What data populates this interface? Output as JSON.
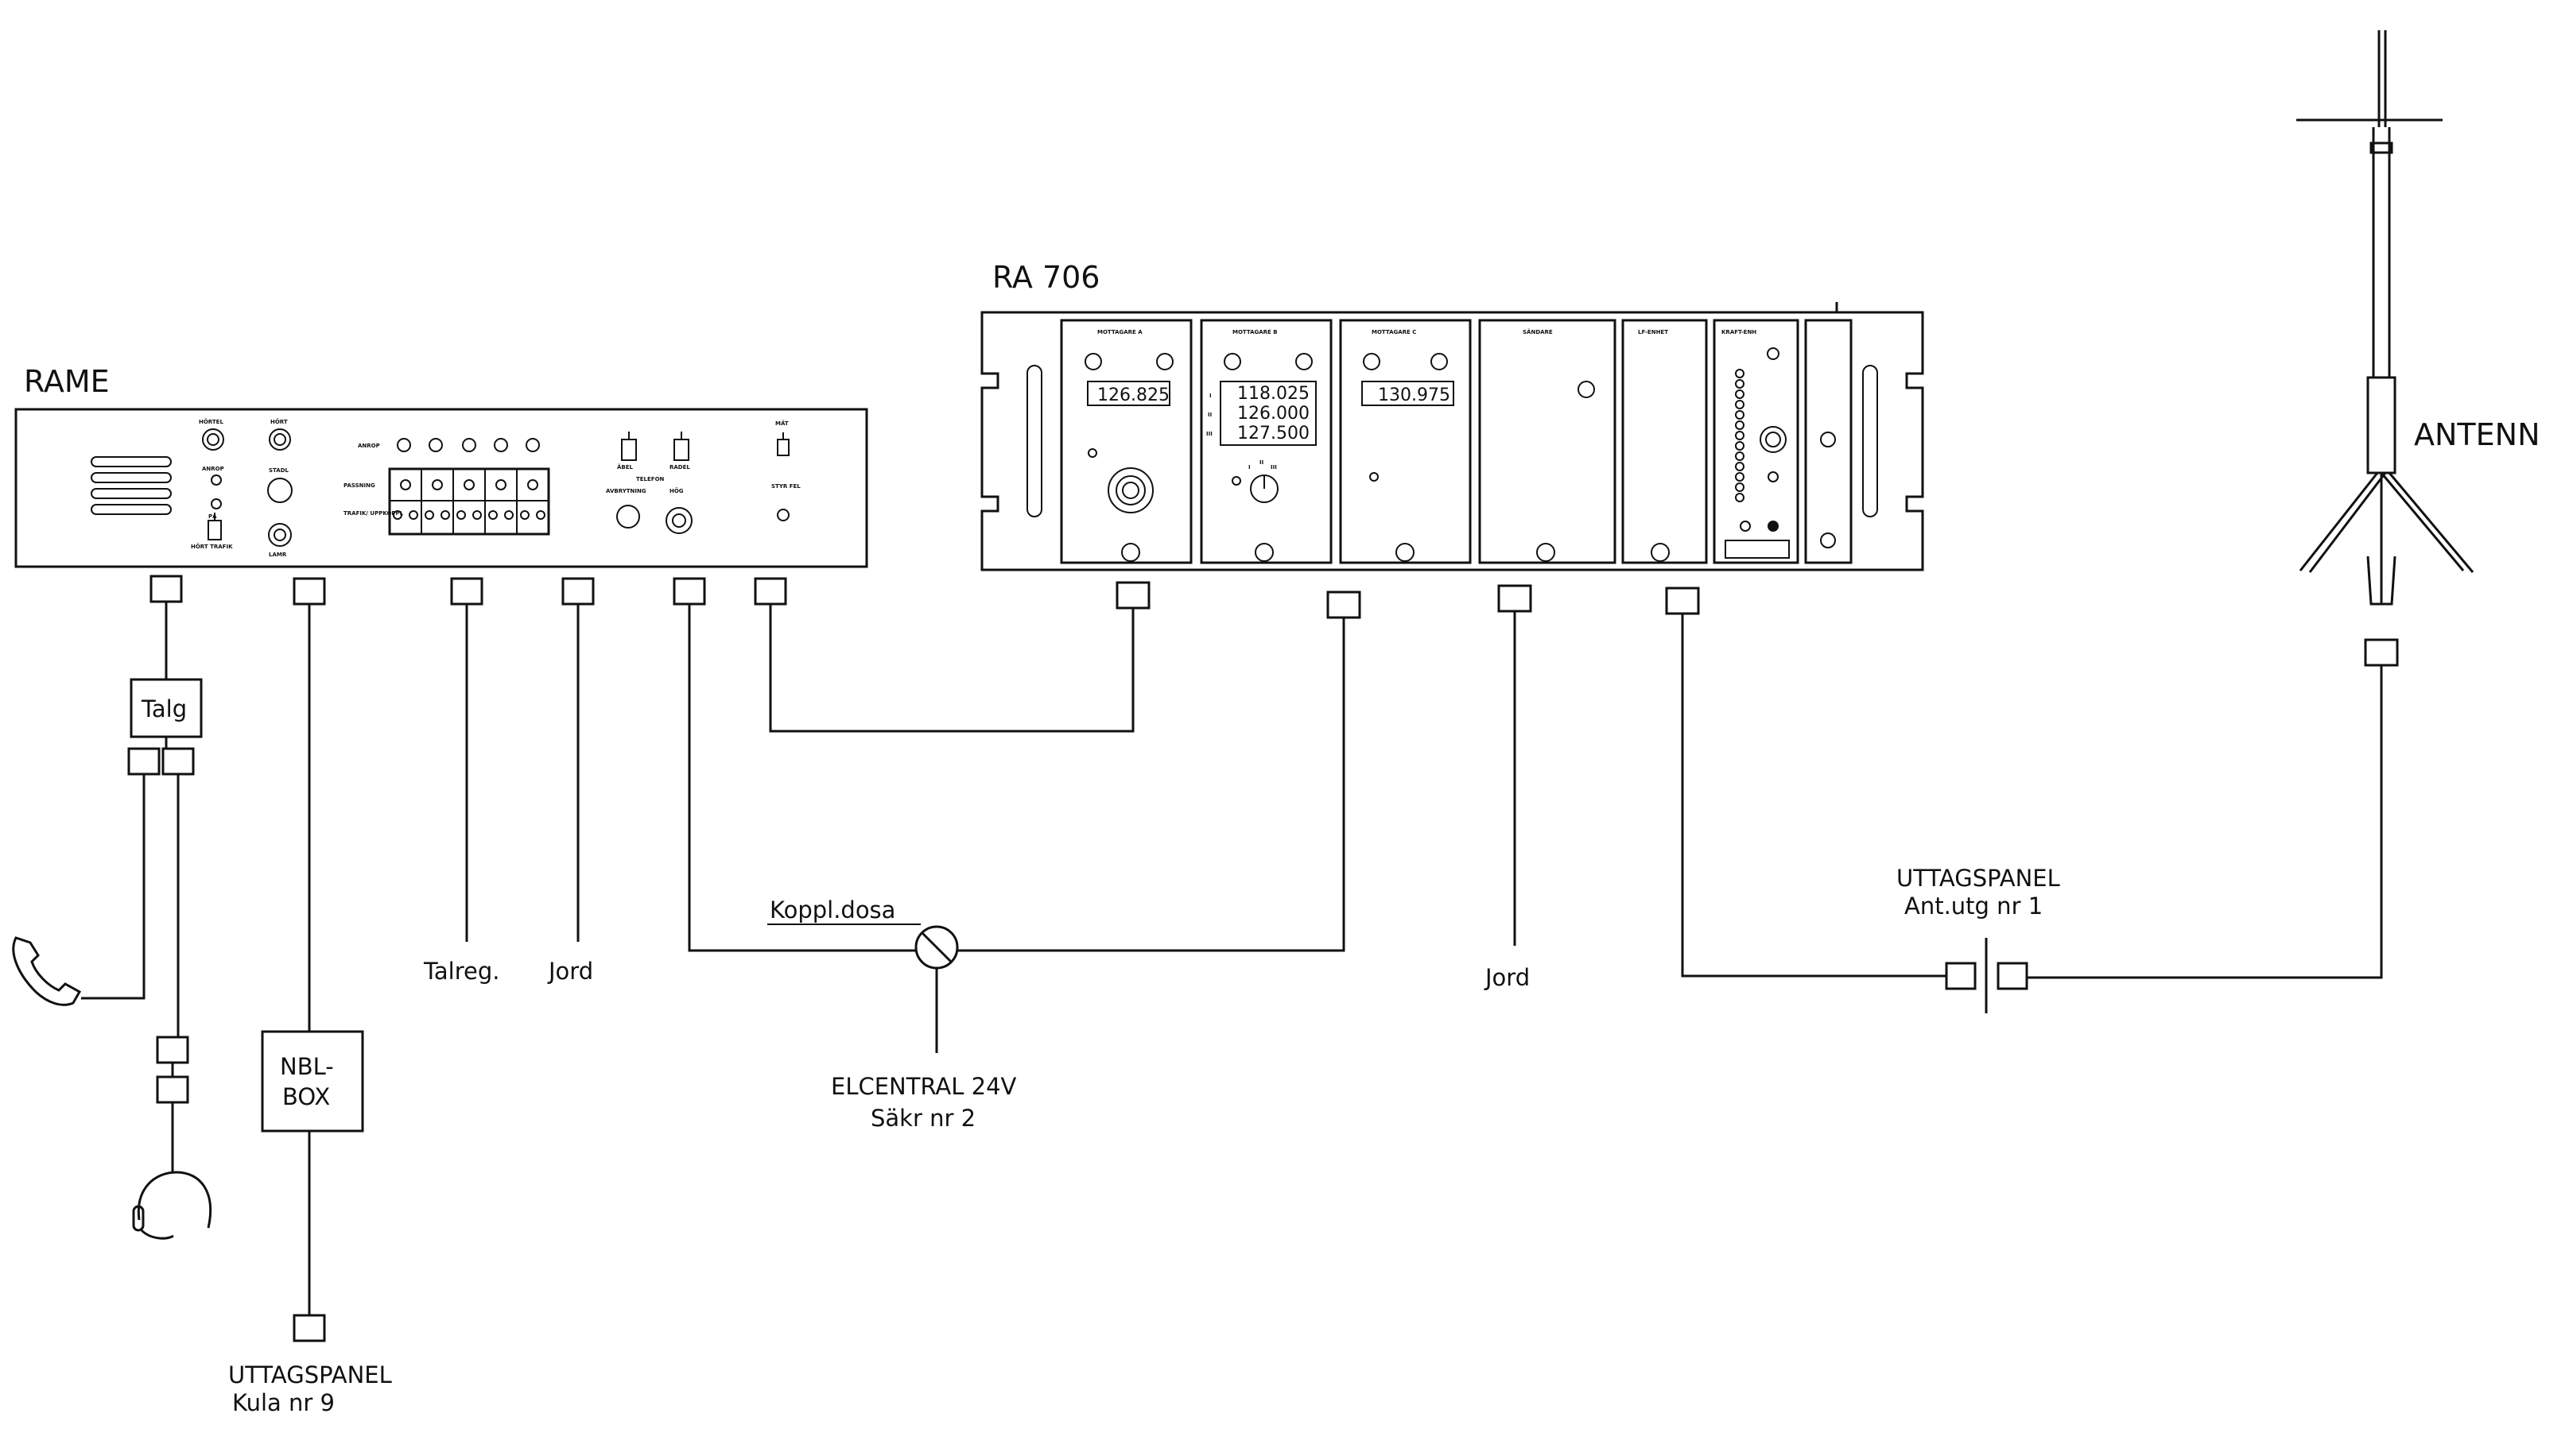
{
  "rame": {
    "title": "RAME",
    "panel": {
      "horstel": "HÖRTEL",
      "anrop": "ANROP",
      "hort": "HÖRT",
      "stadl": "STADL",
      "pa": "PÅ",
      "hort_trafik": "HÖRT TRAFIK",
      "lamr": "LAMR",
      "anrop_row": "ANROP",
      "passning": "PASSNING",
      "trafik_uppkoppl": "TRAFIK/ UPPKOPPL",
      "abel": "ÄBEL",
      "radel": "RADEL",
      "telefon": "TELEFON",
      "avbrytning": "AVBRYTNING",
      "hogtalare": "HÖG",
      "mat": "MÄT",
      "styr_fel": "STYR FEL"
    }
  },
  "ra706": {
    "title": "RA 706",
    "modules": {
      "mottagare_a": {
        "title": "MOTTAGARE A",
        "freq": "126.825"
      },
      "mottagare_b": {
        "title": "MOTTAGARE B",
        "channels": [
          {
            "roman": "I",
            "freq": "118.025"
          },
          {
            "roman": "II",
            "freq": "126.000"
          },
          {
            "roman": "III",
            "freq": "127.500"
          }
        ],
        "knob_marks": [
          "I",
          "II",
          "III"
        ]
      },
      "mottagare_c": {
        "title": "MOTTAGARE C",
        "freq": "130.975"
      },
      "sandare": {
        "title": "SÄNDARE"
      },
      "lf_enhet": {
        "title": "LF-ENHET"
      },
      "kraft_enh": {
        "title": "KRAFT-ENH"
      }
    }
  },
  "labels": {
    "antenn": "ANTENN",
    "talg": "Talg",
    "nbl_box": [
      "NBL-",
      "BOX"
    ],
    "talreg": "Talreg.",
    "jord_left": "Jord",
    "jord_right": "Jord",
    "koppl_dosa": "Koppl.dosa",
    "elcentral": [
      "ELCENTRAL 24V",
      "Säkr nr 2"
    ],
    "uttagspanel_ant": [
      "UTTAGSPANEL",
      "Ant.utg nr 1"
    ],
    "uttagspanel_kula": [
      "UTTAGSPANEL",
      "Kula nr 9"
    ]
  },
  "icons": [
    "telephone-handset-icon",
    "headset-icon",
    "antenna-icon",
    "connector-icon",
    "fuse-icon",
    "speaker-grille-icon",
    "toggle-switch-icon",
    "knob-icon",
    "led-icon"
  ]
}
